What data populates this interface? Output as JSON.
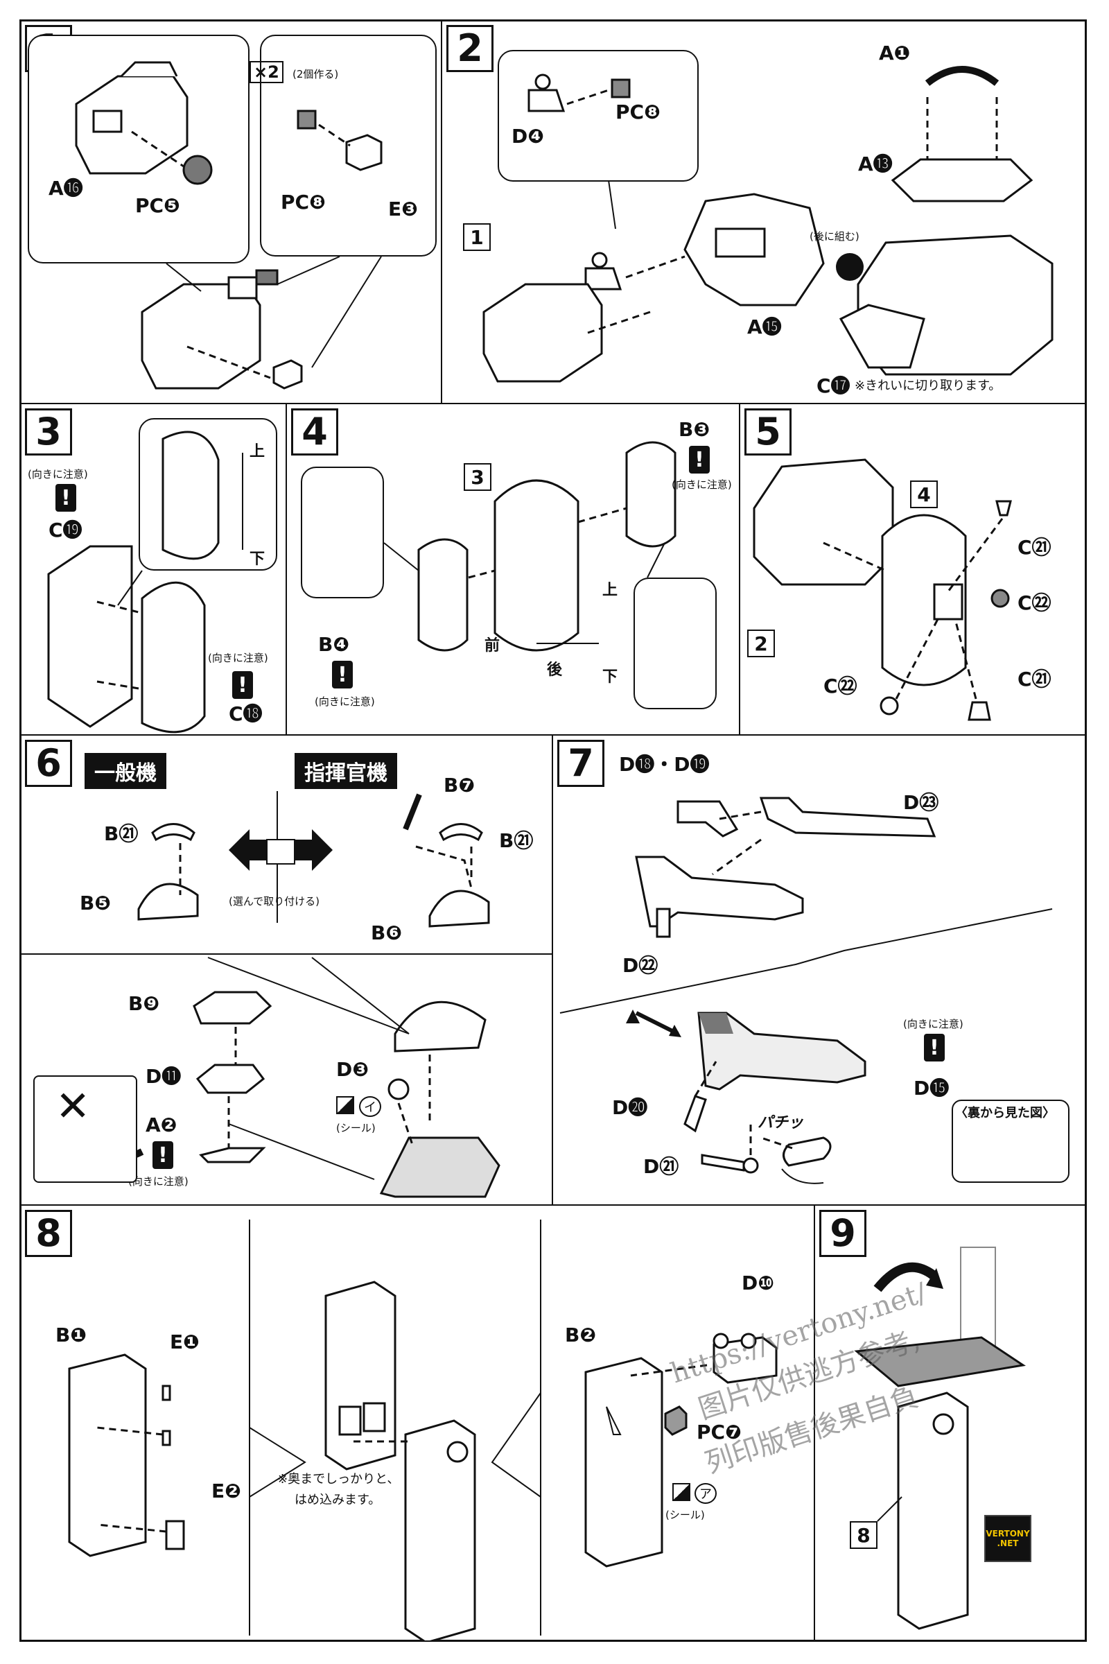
{
  "steps": [
    {
      "number": "1"
    },
    {
      "number": "2"
    },
    {
      "number": "3"
    },
    {
      "number": "4"
    },
    {
      "number": "5"
    },
    {
      "number": "6"
    },
    {
      "number": "7"
    },
    {
      "number": "8"
    },
    {
      "number": "9"
    }
  ],
  "step1": {
    "multiplier": "×2",
    "make_two": "(2個作る)",
    "labels": {
      "a16": "A⓰",
      "pc5": "PC❺",
      "pc8": "PC❽",
      "e3": "E❸"
    }
  },
  "step2": {
    "labels": {
      "d4": "D❹",
      "pc8": "PC❽",
      "a15": "A⓯",
      "a1": "A❶",
      "a13": "A⓭",
      "c17": "C⓱"
    },
    "ref1": "1",
    "rear_combine": "(後に組む)",
    "cut_note": "※きれいに切り取ります。"
  },
  "step3": {
    "labels": {
      "c19": "C⓳",
      "c18": "C⓲"
    },
    "attention": "(向きに注意)",
    "up": "上",
    "down": "下"
  },
  "step4": {
    "labels": {
      "b3": "B❸",
      "b4": "B❹"
    },
    "ref3": "3",
    "attention": "(向きに注意)",
    "up": "上",
    "down": "下",
    "front": "前",
    "back": "後"
  },
  "step5": {
    "labels": {
      "c21a": "C㉑",
      "c22a": "C㉒",
      "c22b": "C㉒",
      "c21b": "C㉑"
    },
    "ref4": "4",
    "ref2": "2"
  },
  "step6": {
    "general": "一般機",
    "commander": "指揮官機",
    "choose": "(選んで取り付ける)",
    "labels": {
      "b21a": "B㉑",
      "b5": "B❺",
      "b7": "B❼",
      "b21b": "B㉑",
      "b6": "B❻",
      "b9": "B❾",
      "d11": "D⓫",
      "a2": "A❷",
      "d3": "D❸"
    },
    "attention": "(向きに注意)",
    "sticker_letter": "イ",
    "sticker": "(シール)",
    "wrong": "✕"
  },
  "step7": {
    "labels": {
      "d18d19": "D⓲・D⓳",
      "d23": "D㉓",
      "d22": "D㉒",
      "d20": "D⓴",
      "d21": "D㉑",
      "d15": "D⓯"
    },
    "attention": "(向きに注意)",
    "snap": "パチッ",
    "back_view": "〈裏から見た図〉"
  },
  "step8": {
    "labels": {
      "b1": "B❶",
      "e1": "E❶",
      "e2": "E❷",
      "b2": "B❷",
      "d10": "D❿",
      "pc7": "PC❼"
    },
    "push_note_1": "※奥までしっかりと、",
    "push_note_2": "はめ込みます。",
    "sticker_letter": "ア",
    "sticker": "(シール)"
  },
  "step9": {
    "ref8": "8"
  },
  "watermark": {
    "line1": "https://vertony.net/",
    "line2": "图片仅供逃方参考,",
    "line3": "列印版售後果自負",
    "badge1": "VERTONY",
    "badge2": ".NET"
  }
}
